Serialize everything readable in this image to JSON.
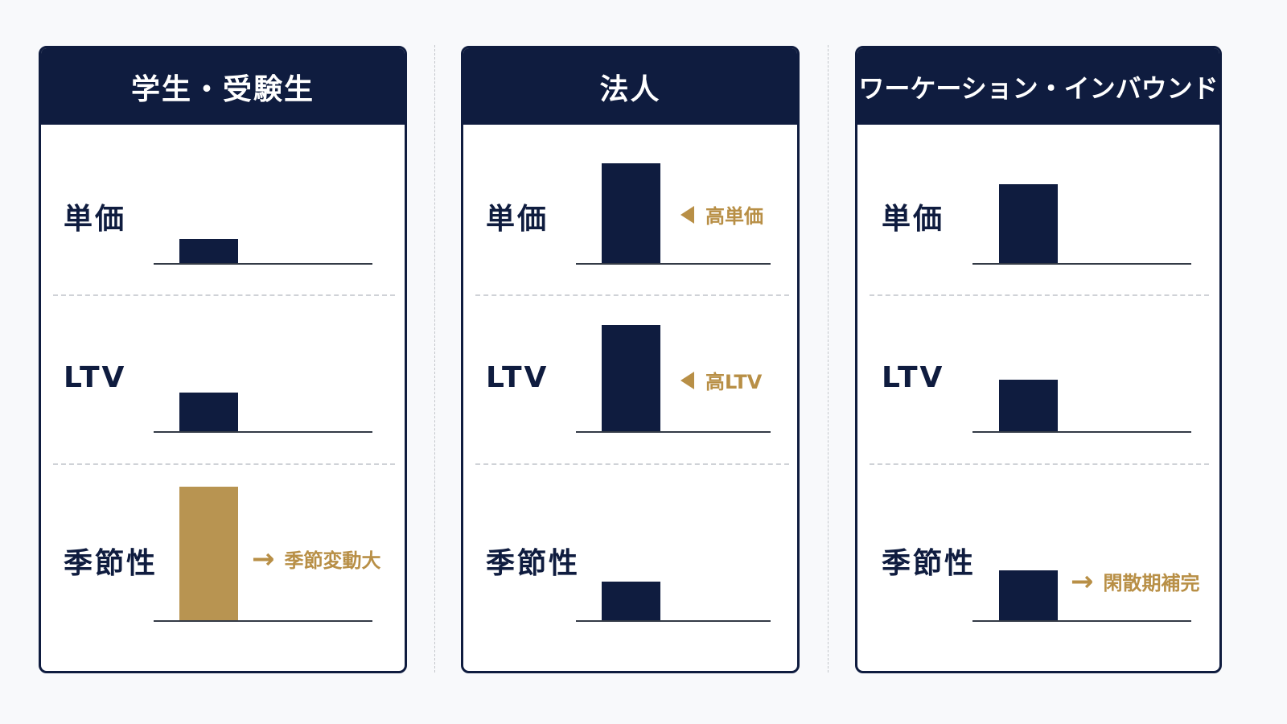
{
  "colors": {
    "navy": "#0f1c3f",
    "gold": "#b89451",
    "accent_text": "#b88f46"
  },
  "chart_data": [
    {
      "type": "bar",
      "title": "学生・受験生",
      "categories": [
        "単価",
        "LTV",
        "季節性"
      ],
      "values": [
        1.5,
        2.4,
        8.3
      ],
      "highlight": [
        false,
        false,
        true
      ],
      "notes": [
        "",
        "",
        "季節変動大"
      ],
      "note_icons": [
        "",
        "",
        "arrow-right"
      ],
      "ylim": [
        0,
        10
      ]
    },
    {
      "type": "bar",
      "title": "法人",
      "categories": [
        "単価",
        "LTV",
        "季節性"
      ],
      "values": [
        6.2,
        6.6,
        2.4
      ],
      "highlight": [
        false,
        false,
        false
      ],
      "notes": [
        "高単価",
        "高LTV",
        ""
      ],
      "note_icons": [
        "triangle-left",
        "triangle-left",
        ""
      ],
      "ylim": [
        0,
        10
      ]
    },
    {
      "type": "bar",
      "title": "ワーケーション・インバウンド",
      "categories": [
        "単価",
        "LTV",
        "季節性"
      ],
      "values": [
        4.9,
        3.2,
        3.1
      ],
      "highlight": [
        false,
        false,
        false
      ],
      "notes": [
        "",
        "",
        "閑散期補完"
      ],
      "note_icons": [
        "",
        "",
        "arrow-right"
      ],
      "ylim": [
        0,
        10
      ]
    }
  ]
}
